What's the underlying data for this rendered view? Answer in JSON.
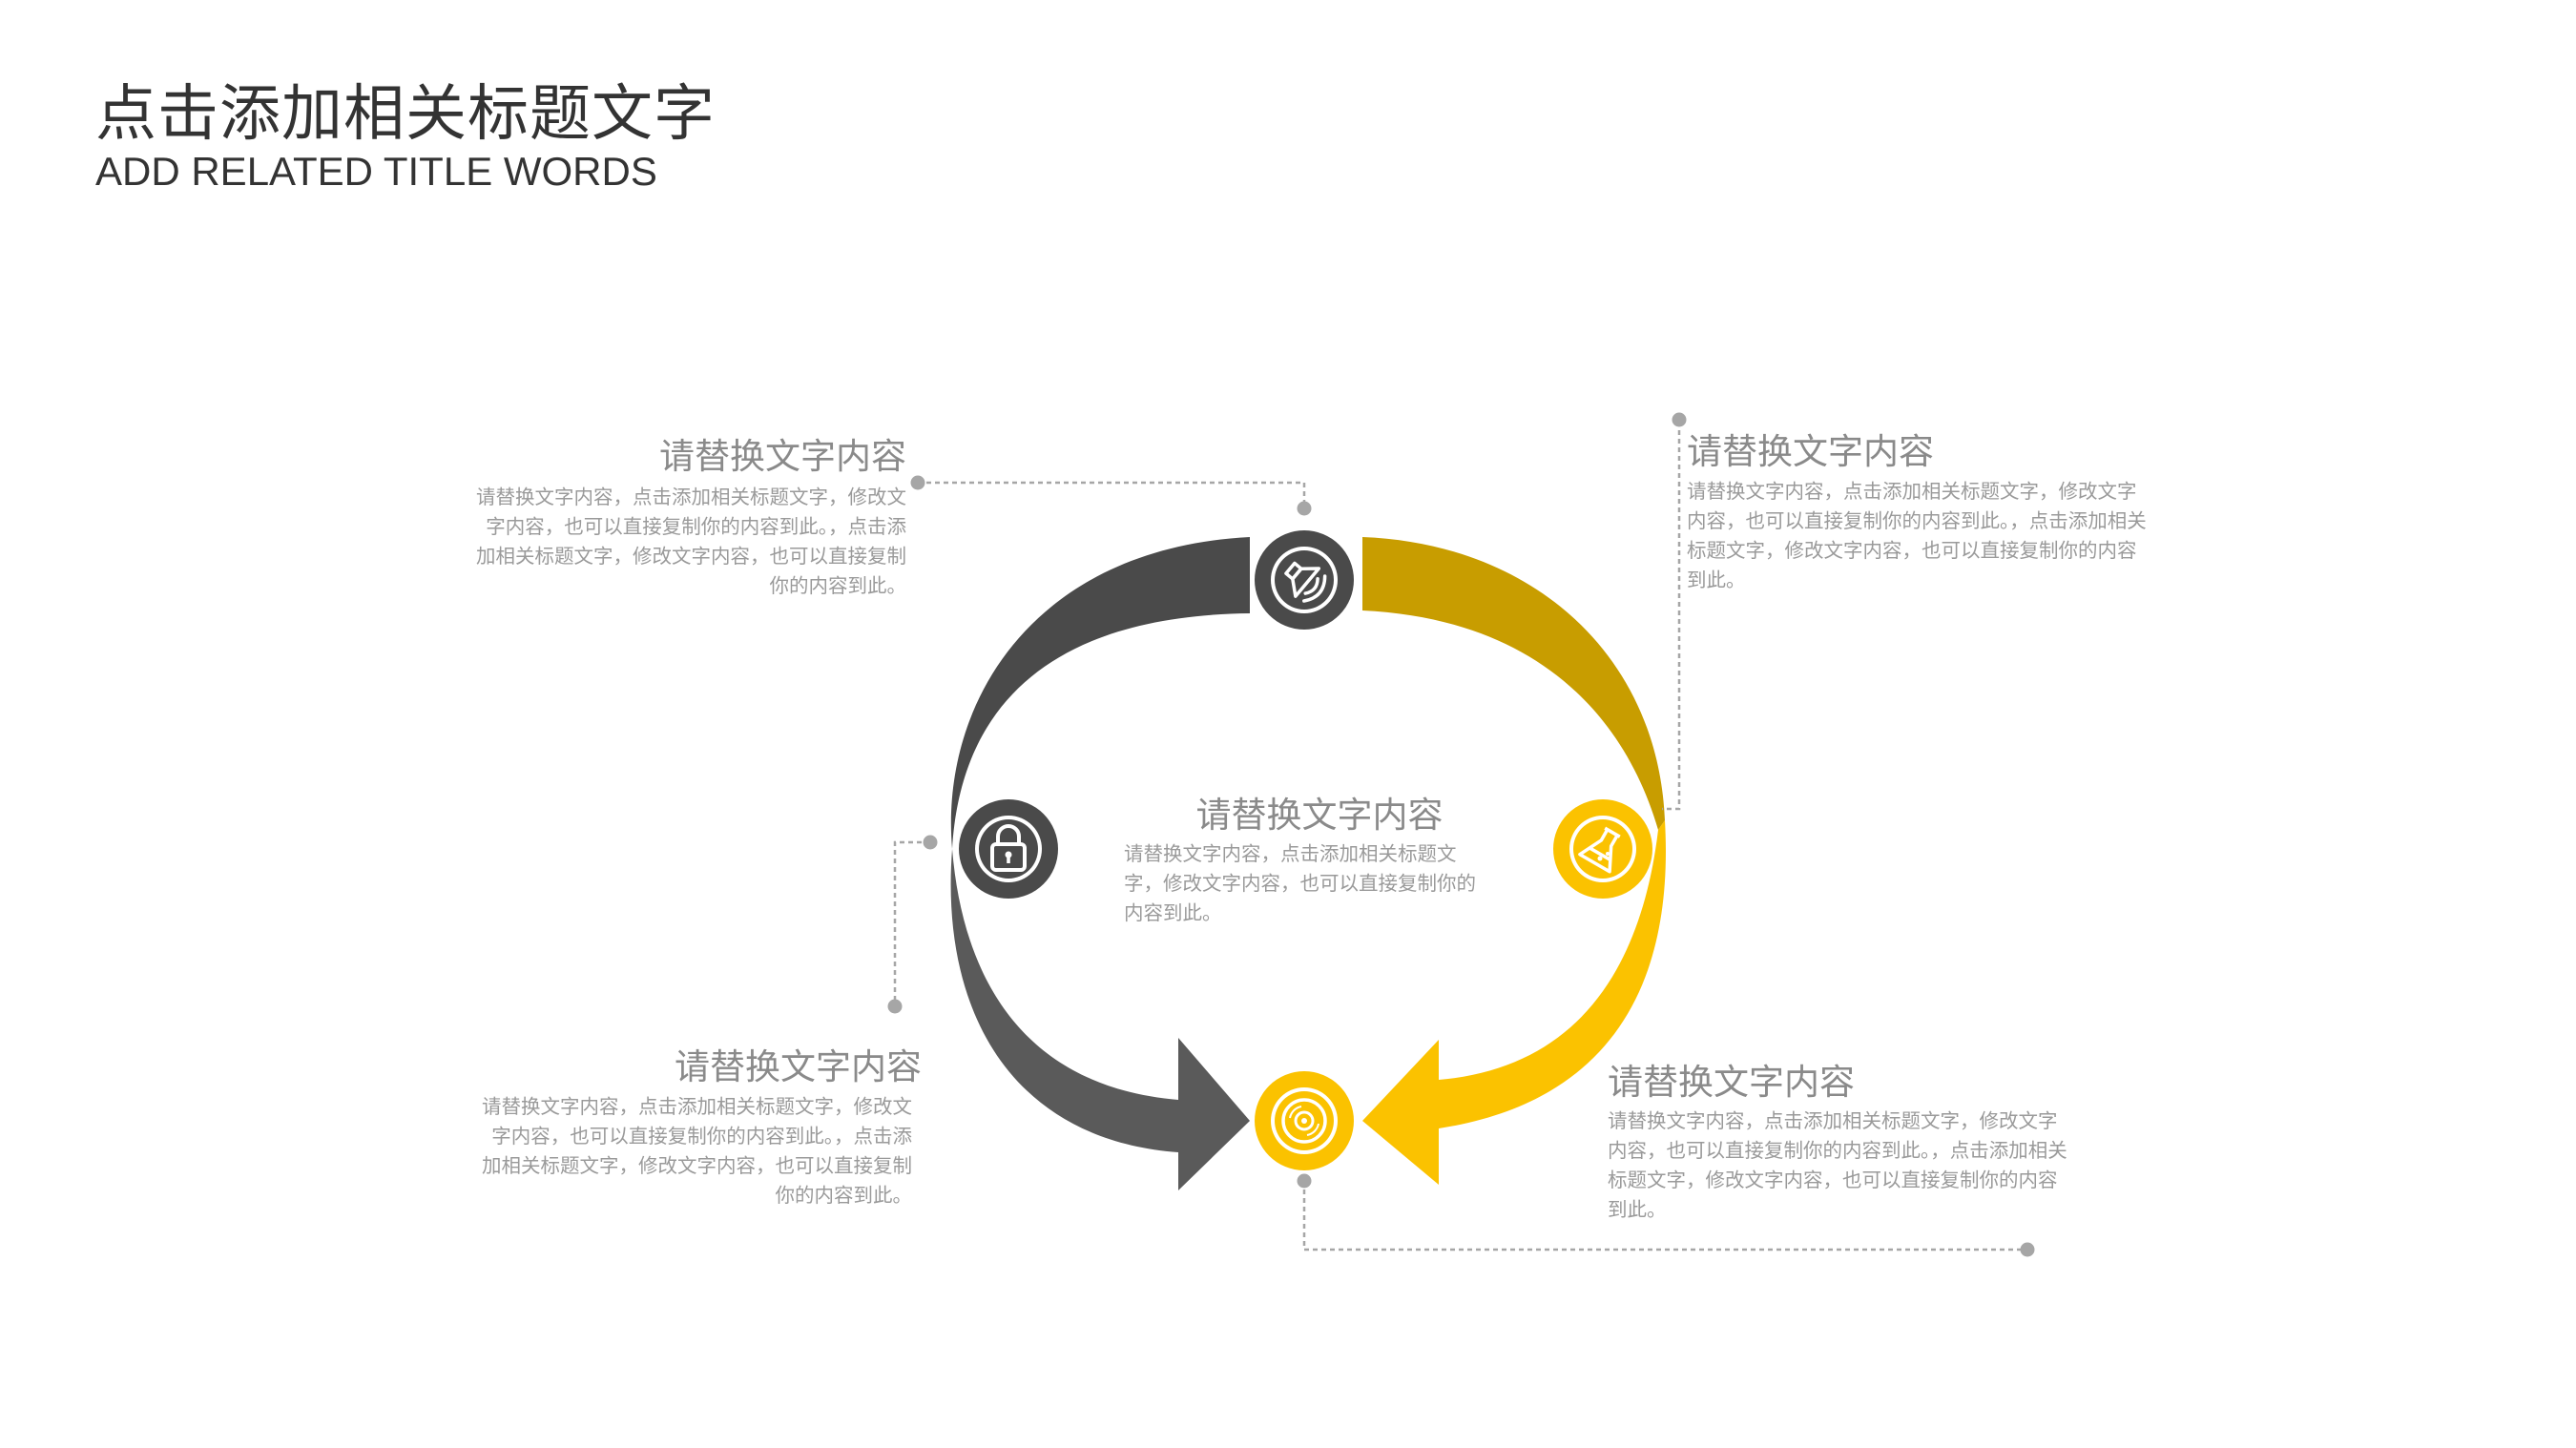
{
  "header": {
    "title": "点击添加相关标题文字",
    "subtitle": "ADD RELATED TITLE WORDS"
  },
  "blocks": {
    "top_left": {
      "heading": "请替换文字内容",
      "body": "请替换文字内容，点击添加相关标题文字，修改文字内容，也可以直接复制你的内容到此。，点击添加相关标题文字，修改文字内容，也可以直接复制你的内容到此。"
    },
    "top_right": {
      "heading": "请替换文字内容",
      "body": "请替换文字内容，点击添加相关标题文字，修改文字内容，也可以直接复制你的内容到此。，点击添加相关标题文字，修改文字内容，也可以直接复制你的内容到此。"
    },
    "bottom_left": {
      "heading": "请替换文字内容",
      "body": "请替换文字内容，点击添加相关标题文字，修改文字内容，也可以直接复制你的内容到此。，点击添加相关标题文字，修改文字内容，也可以直接复制你的内容到此。"
    },
    "bottom_right": {
      "heading": "请替换文字内容",
      "body": "请替换文字内容，点击添加相关标题文字，修改文字内容，也可以直接复制你的内容到此。，点击添加相关标题文字，修改文字内容，也可以直接复制你的内容到此。"
    },
    "center": {
      "heading": "请替换文字内容",
      "body": "请替换文字内容，点击添加相关标题文字，修改文字内容，也可以直接复制你的内容到此。"
    }
  },
  "icons": {
    "top": "speaker-icon",
    "left": "lock-icon",
    "right": "flask-icon",
    "bottom": "disc-icon"
  },
  "colors": {
    "dark_gray": "#4a4a4a",
    "mid_gray": "#5a5a5a",
    "gold": "#c89d00",
    "yellow": "#fbc200",
    "connector": "#a6a6a6",
    "heading_text": "#8a8a8a",
    "body_text": "#9a9a9a"
  }
}
